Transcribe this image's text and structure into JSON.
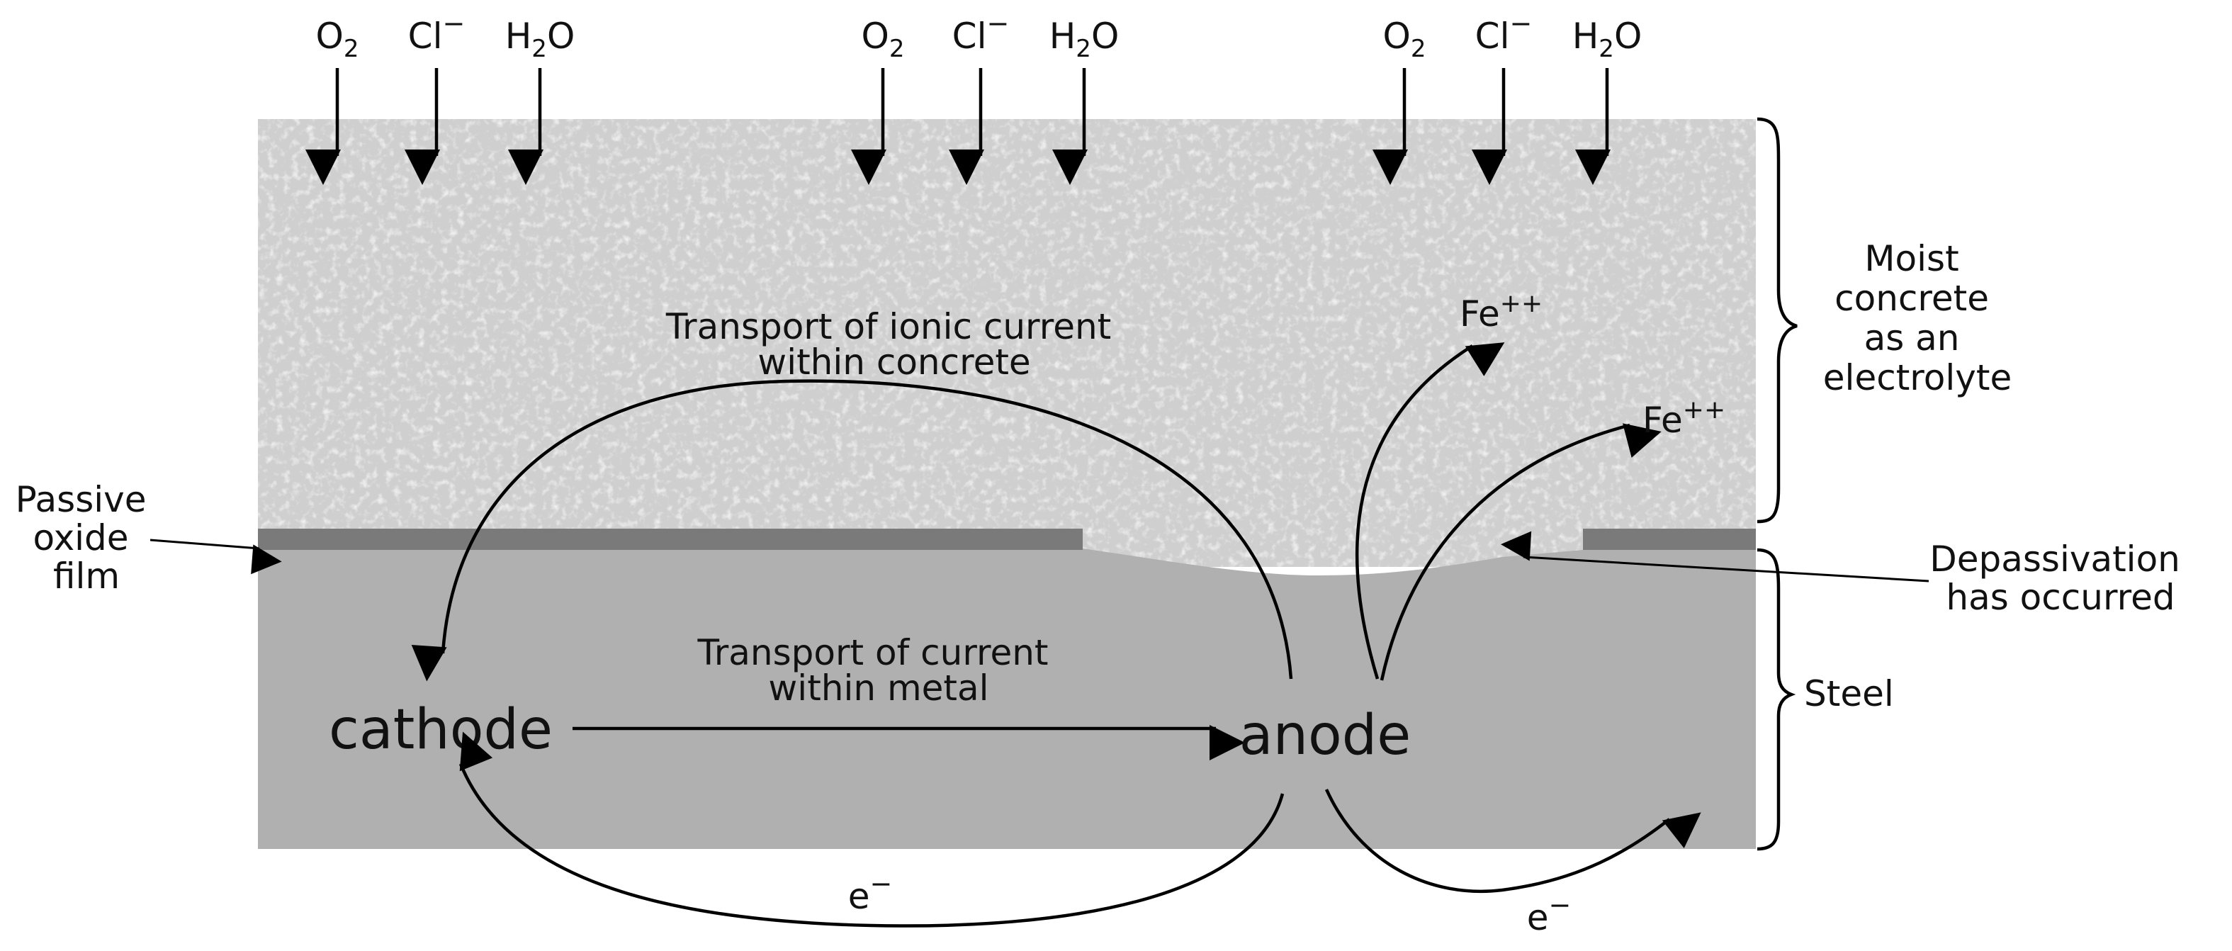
{
  "species": [
    {
      "o2": "O",
      "o2_sub": "2",
      "cl": "Cl",
      "cl_sup": "−",
      "h2o_a": "H",
      "h2o_sub": "2",
      "h2o_b": "O"
    },
    {
      "o2": "O",
      "o2_sub": "2",
      "cl": "Cl",
      "cl_sup": "−",
      "h2o_a": "H",
      "h2o_sub": "2",
      "h2o_b": "O"
    },
    {
      "o2": "O",
      "o2_sub": "2",
      "cl": "Cl",
      "cl_sup": "−",
      "h2o_a": "H",
      "h2o_sub": "2",
      "h2o_b": "O"
    }
  ],
  "labels": {
    "moist_concrete": [
      "Moist",
      "concrete",
      "as an",
      "electrolyte"
    ],
    "steel": "Steel",
    "passive_film": [
      "Passive",
      "oxide",
      "film"
    ],
    "depassivation": [
      "Depassivation",
      "has occurred"
    ],
    "ionic_transport": [
      "Transport of ionic current",
      "within concrete"
    ],
    "metal_transport": [
      "Transport of current",
      "within metal"
    ],
    "cathode": "cathode",
    "anode": "anode",
    "fe_ion_1": {
      "base": "Fe",
      "sup": "++"
    },
    "fe_ion_2": {
      "base": "Fe",
      "sup": "++"
    },
    "electron_1": {
      "base": "e",
      "sup": "−"
    },
    "electron_2": {
      "base": "e",
      "sup": "−"
    }
  },
  "colors": {
    "concrete": "#cfcfcf",
    "steel": "#b0b0b0",
    "passive_film": "#7a7a7a",
    "ink": "#000000"
  }
}
